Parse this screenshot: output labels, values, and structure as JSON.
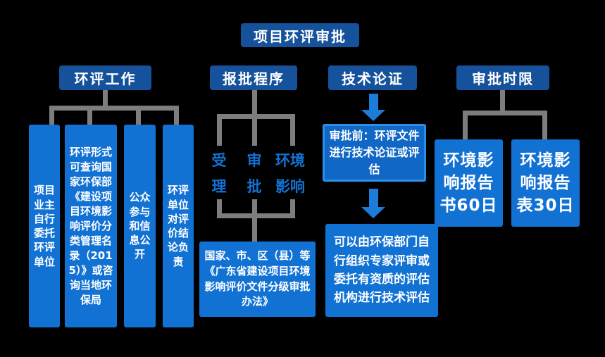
{
  "title": "项目环评审批",
  "colors": {
    "background": "#000000",
    "header_navy": "#15529B",
    "box_blue": "#1272D4",
    "connector_gray": "#7D7D7D",
    "arrow_blue": "#1B7CD9",
    "branch_text_blue": "#1272D4",
    "text_white": "#FFFFFF"
  },
  "sections": {
    "work": {
      "header": "环评工作",
      "items": [
        "项目业主自行委托环评单位",
        "环评形式可查询国家环保部《建设项目环境影响评价分类管理名录（2015）》或咨询当地环保局",
        "公众参与和信息公开",
        "环评单位对评价结论负责"
      ]
    },
    "procedure": {
      "header": "报批程序",
      "branches": [
        "受理",
        "审批",
        "环境影响"
      ],
      "result": "国家、市、区（县）等《广东省建设项目环境影响评价文件分级审批办法》"
    },
    "verification": {
      "header": "技术论证",
      "step1": "审批前：环评文件进行技术论证或评估",
      "step2": "可以由环保部门自行组织专家评审或委托有资质的评估机构进行技术评估"
    },
    "timelimit": {
      "header": "审批时限",
      "items": [
        "环境影响报告书60日",
        "环境影响报告表30日"
      ]
    }
  }
}
